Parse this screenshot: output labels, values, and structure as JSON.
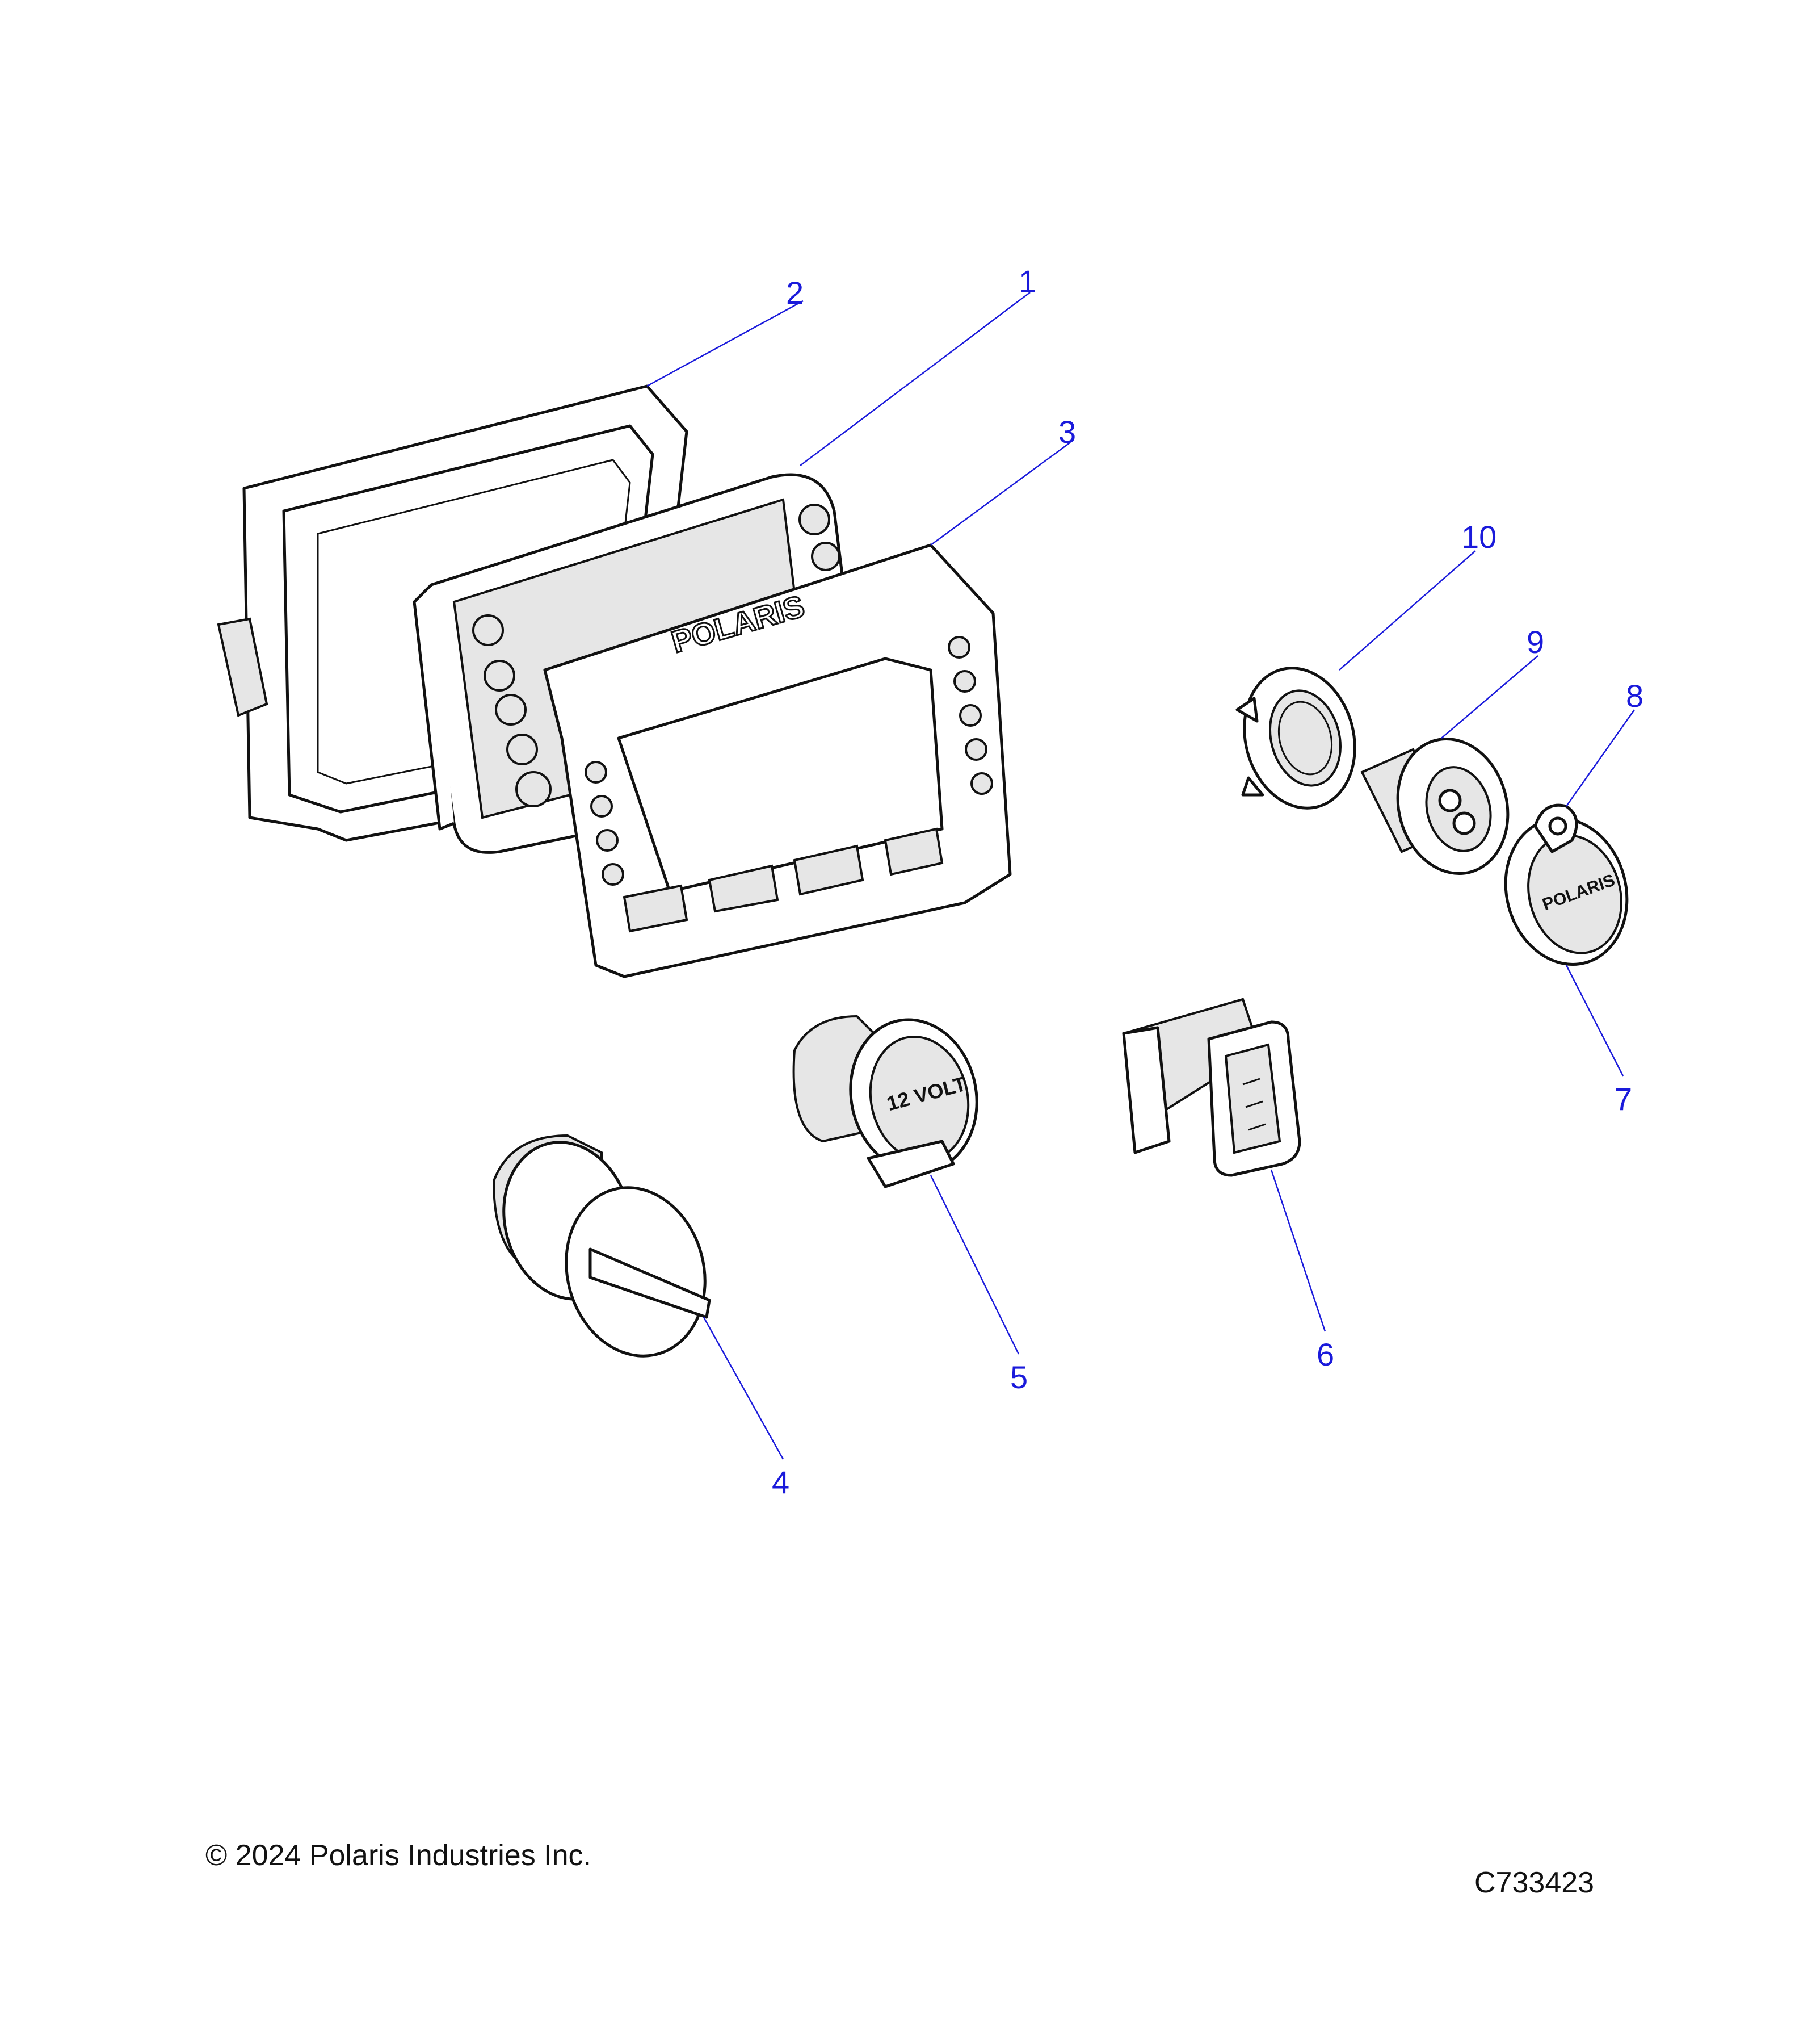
{
  "callouts": [
    {
      "id": "1",
      "label": "1"
    },
    {
      "id": "2",
      "label": "2"
    },
    {
      "id": "3",
      "label": "3"
    },
    {
      "id": "4",
      "label": "4"
    },
    {
      "id": "5",
      "label": "5"
    },
    {
      "id": "6",
      "label": "6"
    },
    {
      "id": "7",
      "label": "7"
    },
    {
      "id": "8",
      "label": "8"
    },
    {
      "id": "9",
      "label": "9"
    },
    {
      "id": "10",
      "label": "10"
    }
  ],
  "parts": {
    "bezel_logo": "POLARIS",
    "cap_logo": "POLARIS",
    "outlet_cap_text": "12 VOLT"
  },
  "footer": {
    "copyright": "© 2024 Polaris Industries Inc.",
    "drawing_id": "C733423"
  },
  "colors": {
    "callout": "#1a1adb",
    "line_art": "#111111",
    "background": "#ffffff"
  }
}
